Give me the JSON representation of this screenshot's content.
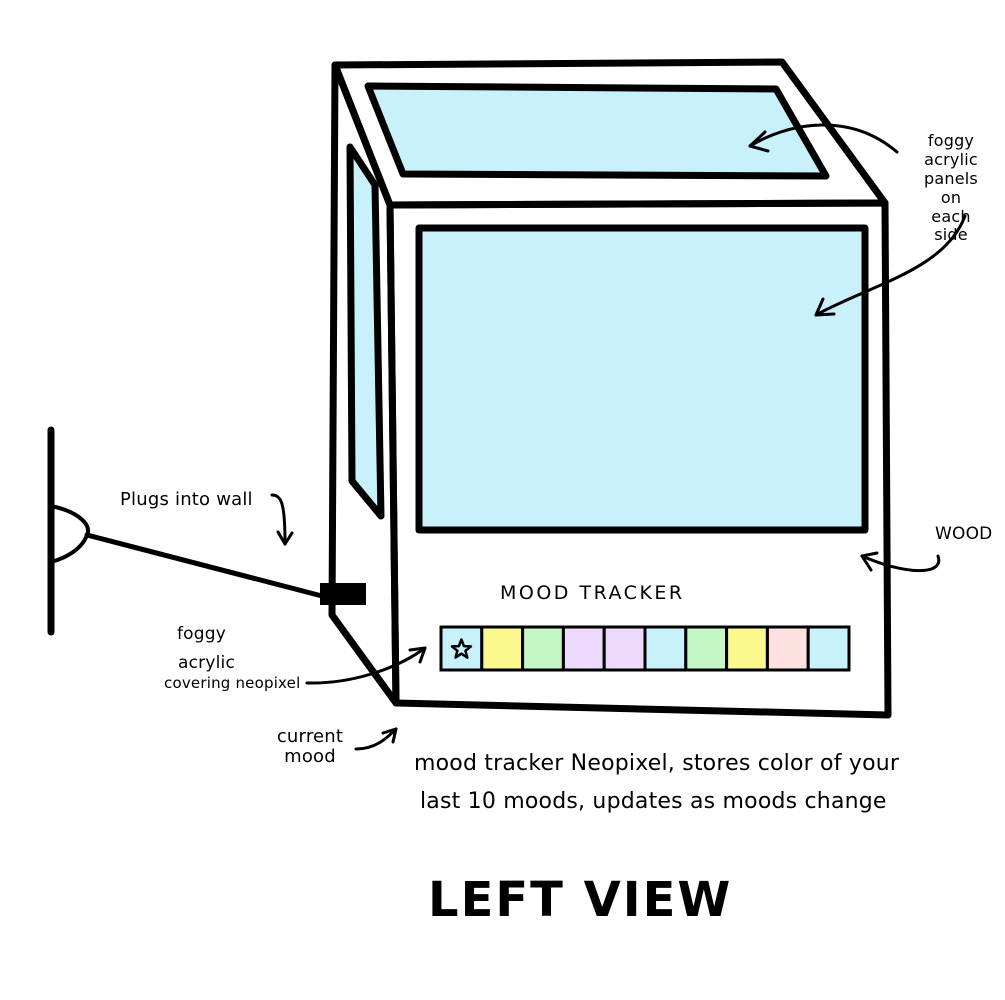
{
  "title": "LEFT VIEW",
  "labels": {
    "foggy_panels": "foggy\nacrylic\npanels\non\neach\nside",
    "wood": "WOOD",
    "plugs_into_wall": "Plugs into wall",
    "foggy_neopixel_1": "foggy",
    "foggy_neopixel_2": "acrylic",
    "foggy_neopixel_3": "covering neopixel",
    "current_mood": "current\nmood",
    "mood_tracker": "MOOD TRACKER",
    "description_line1": "mood tracker Neopixel, stores color of your",
    "description_line2": "last 10 moods, updates as moods change"
  },
  "colors": {
    "panel": "#c8f1fb",
    "ink": "#000000"
  },
  "mood_cells": [
    {
      "color": "#c8f1fb",
      "icon": "star-icon"
    },
    {
      "color": "#fbf98e"
    },
    {
      "color": "#c6f6c6"
    },
    {
      "color": "#ecd9fb"
    },
    {
      "color": "#ecd9fb"
    },
    {
      "color": "#c8f1fb"
    },
    {
      "color": "#c6f6c6"
    },
    {
      "color": "#fbf98e"
    },
    {
      "color": "#fde0e0"
    },
    {
      "color": "#c8f1fb"
    }
  ]
}
